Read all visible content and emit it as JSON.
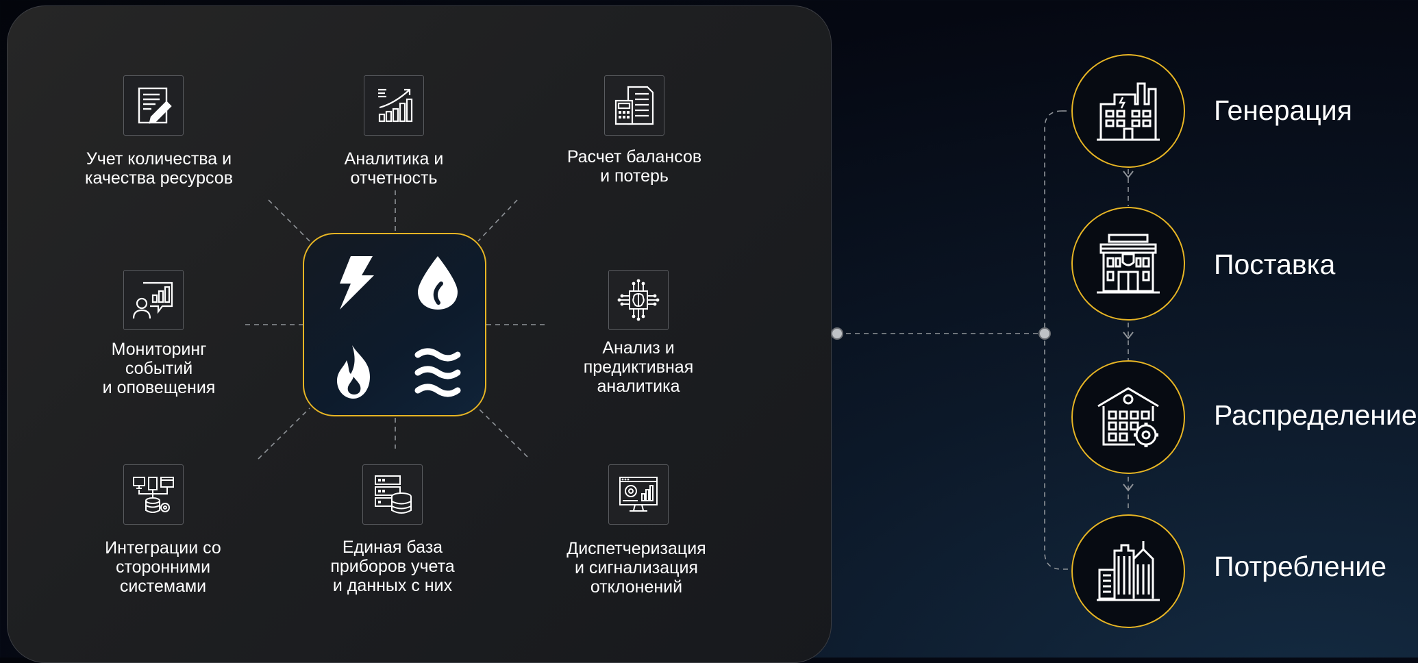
{
  "features": [
    {
      "icon": "document-edit-icon",
      "lines": [
        "Учет количества и",
        "качества ресурсов"
      ]
    },
    {
      "icon": "growth-chart-icon",
      "lines": [
        "Аналитика и",
        "отчетность"
      ]
    },
    {
      "icon": "calculator-report-icon",
      "lines": [
        "Расчет балансов",
        "и потерь"
      ]
    },
    {
      "icon": "presentation-monitoring-icon",
      "lines": [
        "Мониторинг",
        "событий",
        "и оповещения"
      ]
    },
    {
      "icon": "ai-brain-chip-icon",
      "lines": [
        "Анализ и",
        "предиктивная",
        "аналитика"
      ]
    },
    {
      "icon": "integration-network-icon",
      "lines": [
        "Интеграции со",
        "сторонними",
        "системами"
      ]
    },
    {
      "icon": "server-database-icon",
      "lines": [
        "Единая база",
        "приборов учета",
        "и данных с них"
      ]
    },
    {
      "icon": "dispatch-monitor-icon",
      "lines": [
        "Диспетчеризация",
        "и сигнализация",
        "отклонений"
      ]
    }
  ],
  "hub": {
    "icons": [
      "lightning-icon",
      "water-drop-icon",
      "flame-icon",
      "waves-icon"
    ]
  },
  "stages": [
    {
      "icon": "power-plant-icon",
      "label": "Генерация"
    },
    {
      "icon": "supply-building-icon",
      "label": "Поставка"
    },
    {
      "icon": "distribution-building-icon",
      "label": "Распределение"
    },
    {
      "icon": "city-buildings-icon",
      "label": "Потребление"
    }
  ],
  "colors": {
    "accent": "#e7b524",
    "connector": "#9ea2a8",
    "panel": "#1f2023",
    "text": "#ffffff"
  }
}
